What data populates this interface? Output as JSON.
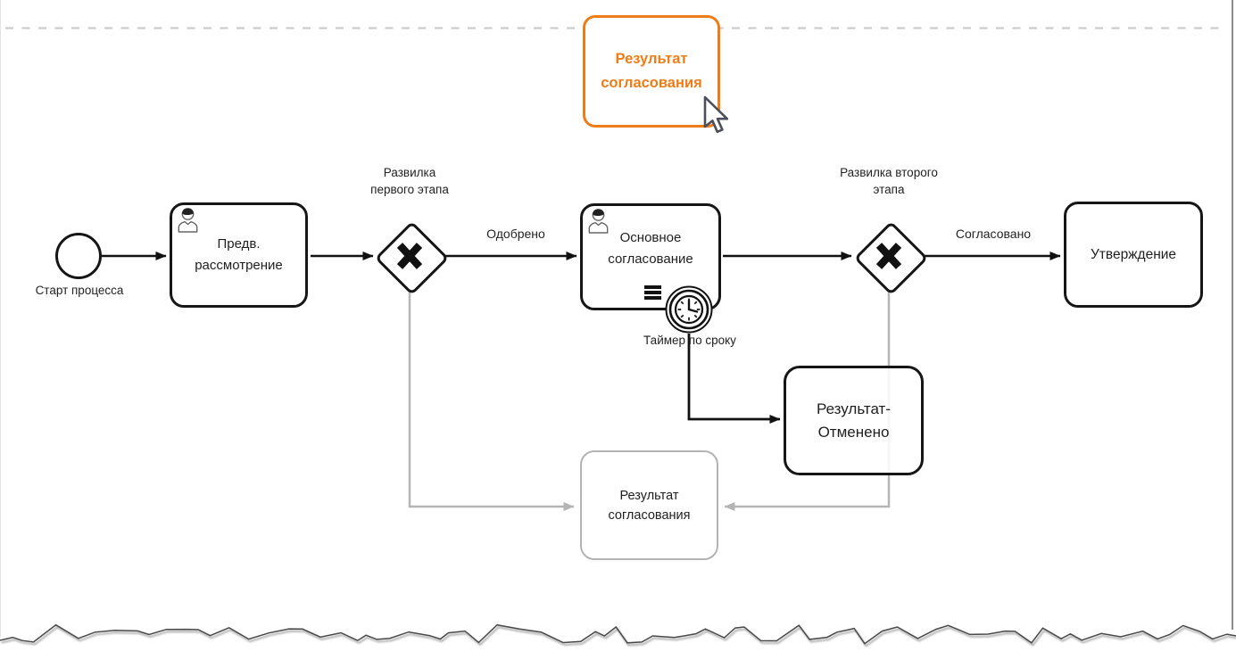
{
  "diagram": {
    "popup": {
      "line1": "Результат",
      "line2": "согласования"
    },
    "start_event": {
      "label": "Старт процесса"
    },
    "task_preliminary": {
      "line1": "Предв.",
      "line2": "рассмотрение"
    },
    "gateway_first": {
      "line1": "Развилка",
      "line2": "первого этапа"
    },
    "flow_approved": {
      "label": "Одобрено"
    },
    "task_main": {
      "line1": "Основное",
      "line2": "согласование"
    },
    "timer_event": {
      "label": "Таймер по сроку"
    },
    "task_result_cancelled": {
      "line1": "Результат-",
      "line2": "Отменено"
    },
    "gateway_second": {
      "line1": "Развилка второго",
      "line2": "этапа"
    },
    "flow_agreed": {
      "label": "Согласовано"
    },
    "task_approval": {
      "label": "Утверждение"
    },
    "task_result_pending": {
      "line1": "Результат",
      "line2": "согласования"
    }
  },
  "colors": {
    "accent_orange": "#ee7c17",
    "shape_stroke": "#161616",
    "inactive_gray": "#b5b5b5",
    "dashed_guide": "#cccccc"
  },
  "icons": {
    "user": "user-icon",
    "timer": "timer-clock-icon",
    "sequential_marker": "sequential-multi-instance-icon",
    "gateway_x": "exclusive-gateway-x-icon",
    "cursor": "mouse-cursor-icon"
  }
}
